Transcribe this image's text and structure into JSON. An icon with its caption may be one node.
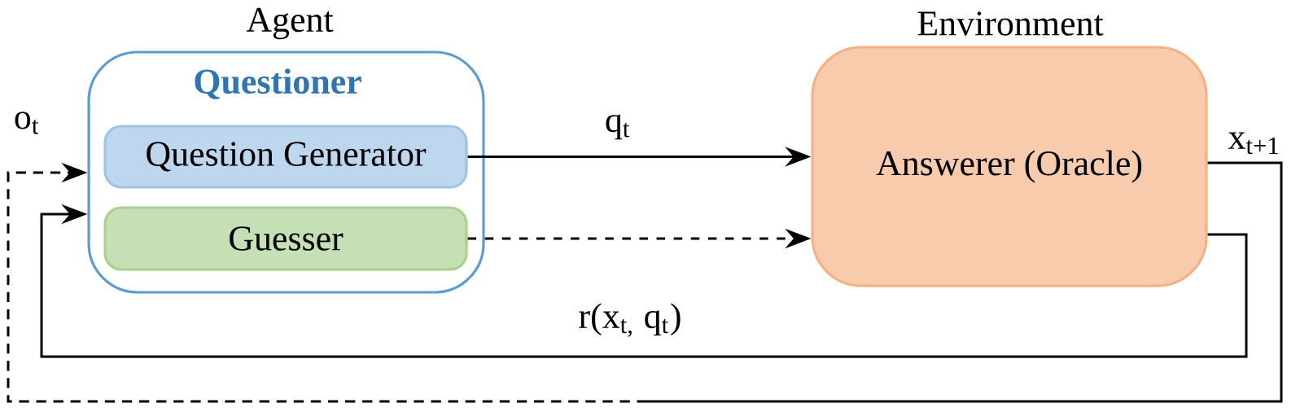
{
  "diagram": {
    "nodes": [
      {
        "text": [
          "Agent",
          "Questioner"
        ]
      },
      {
        "text": [
          "Question Generator"
        ],
        "in": 0
      },
      {
        "text": [
          "Guesser"
        ],
        "in": 0
      },
      {
        "text": [
          "Environment",
          "Answerer (Oracle)"
        ]
      }
    ],
    "edges": [
      {
        "from": 1,
        "to": 3,
        "arrow": "to",
        "label": "q$_{t}$"
      },
      {
        "from": 2,
        "to": 3,
        "arrow": "to",
        "style": "dashed"
      },
      {
        "from": 3,
        "to": 0,
        "arrow": "to",
        "label": "r(x$_{t,}$ q$_{t}$)"
      },
      {
        "from": 3,
        "to": 0,
        "arrow": "to",
        "label": "x$_{t+1}$",
        "style": "dashed"
      }
    ],
    "labels": [
      "o$_{t}$"
    ]
  }
}
